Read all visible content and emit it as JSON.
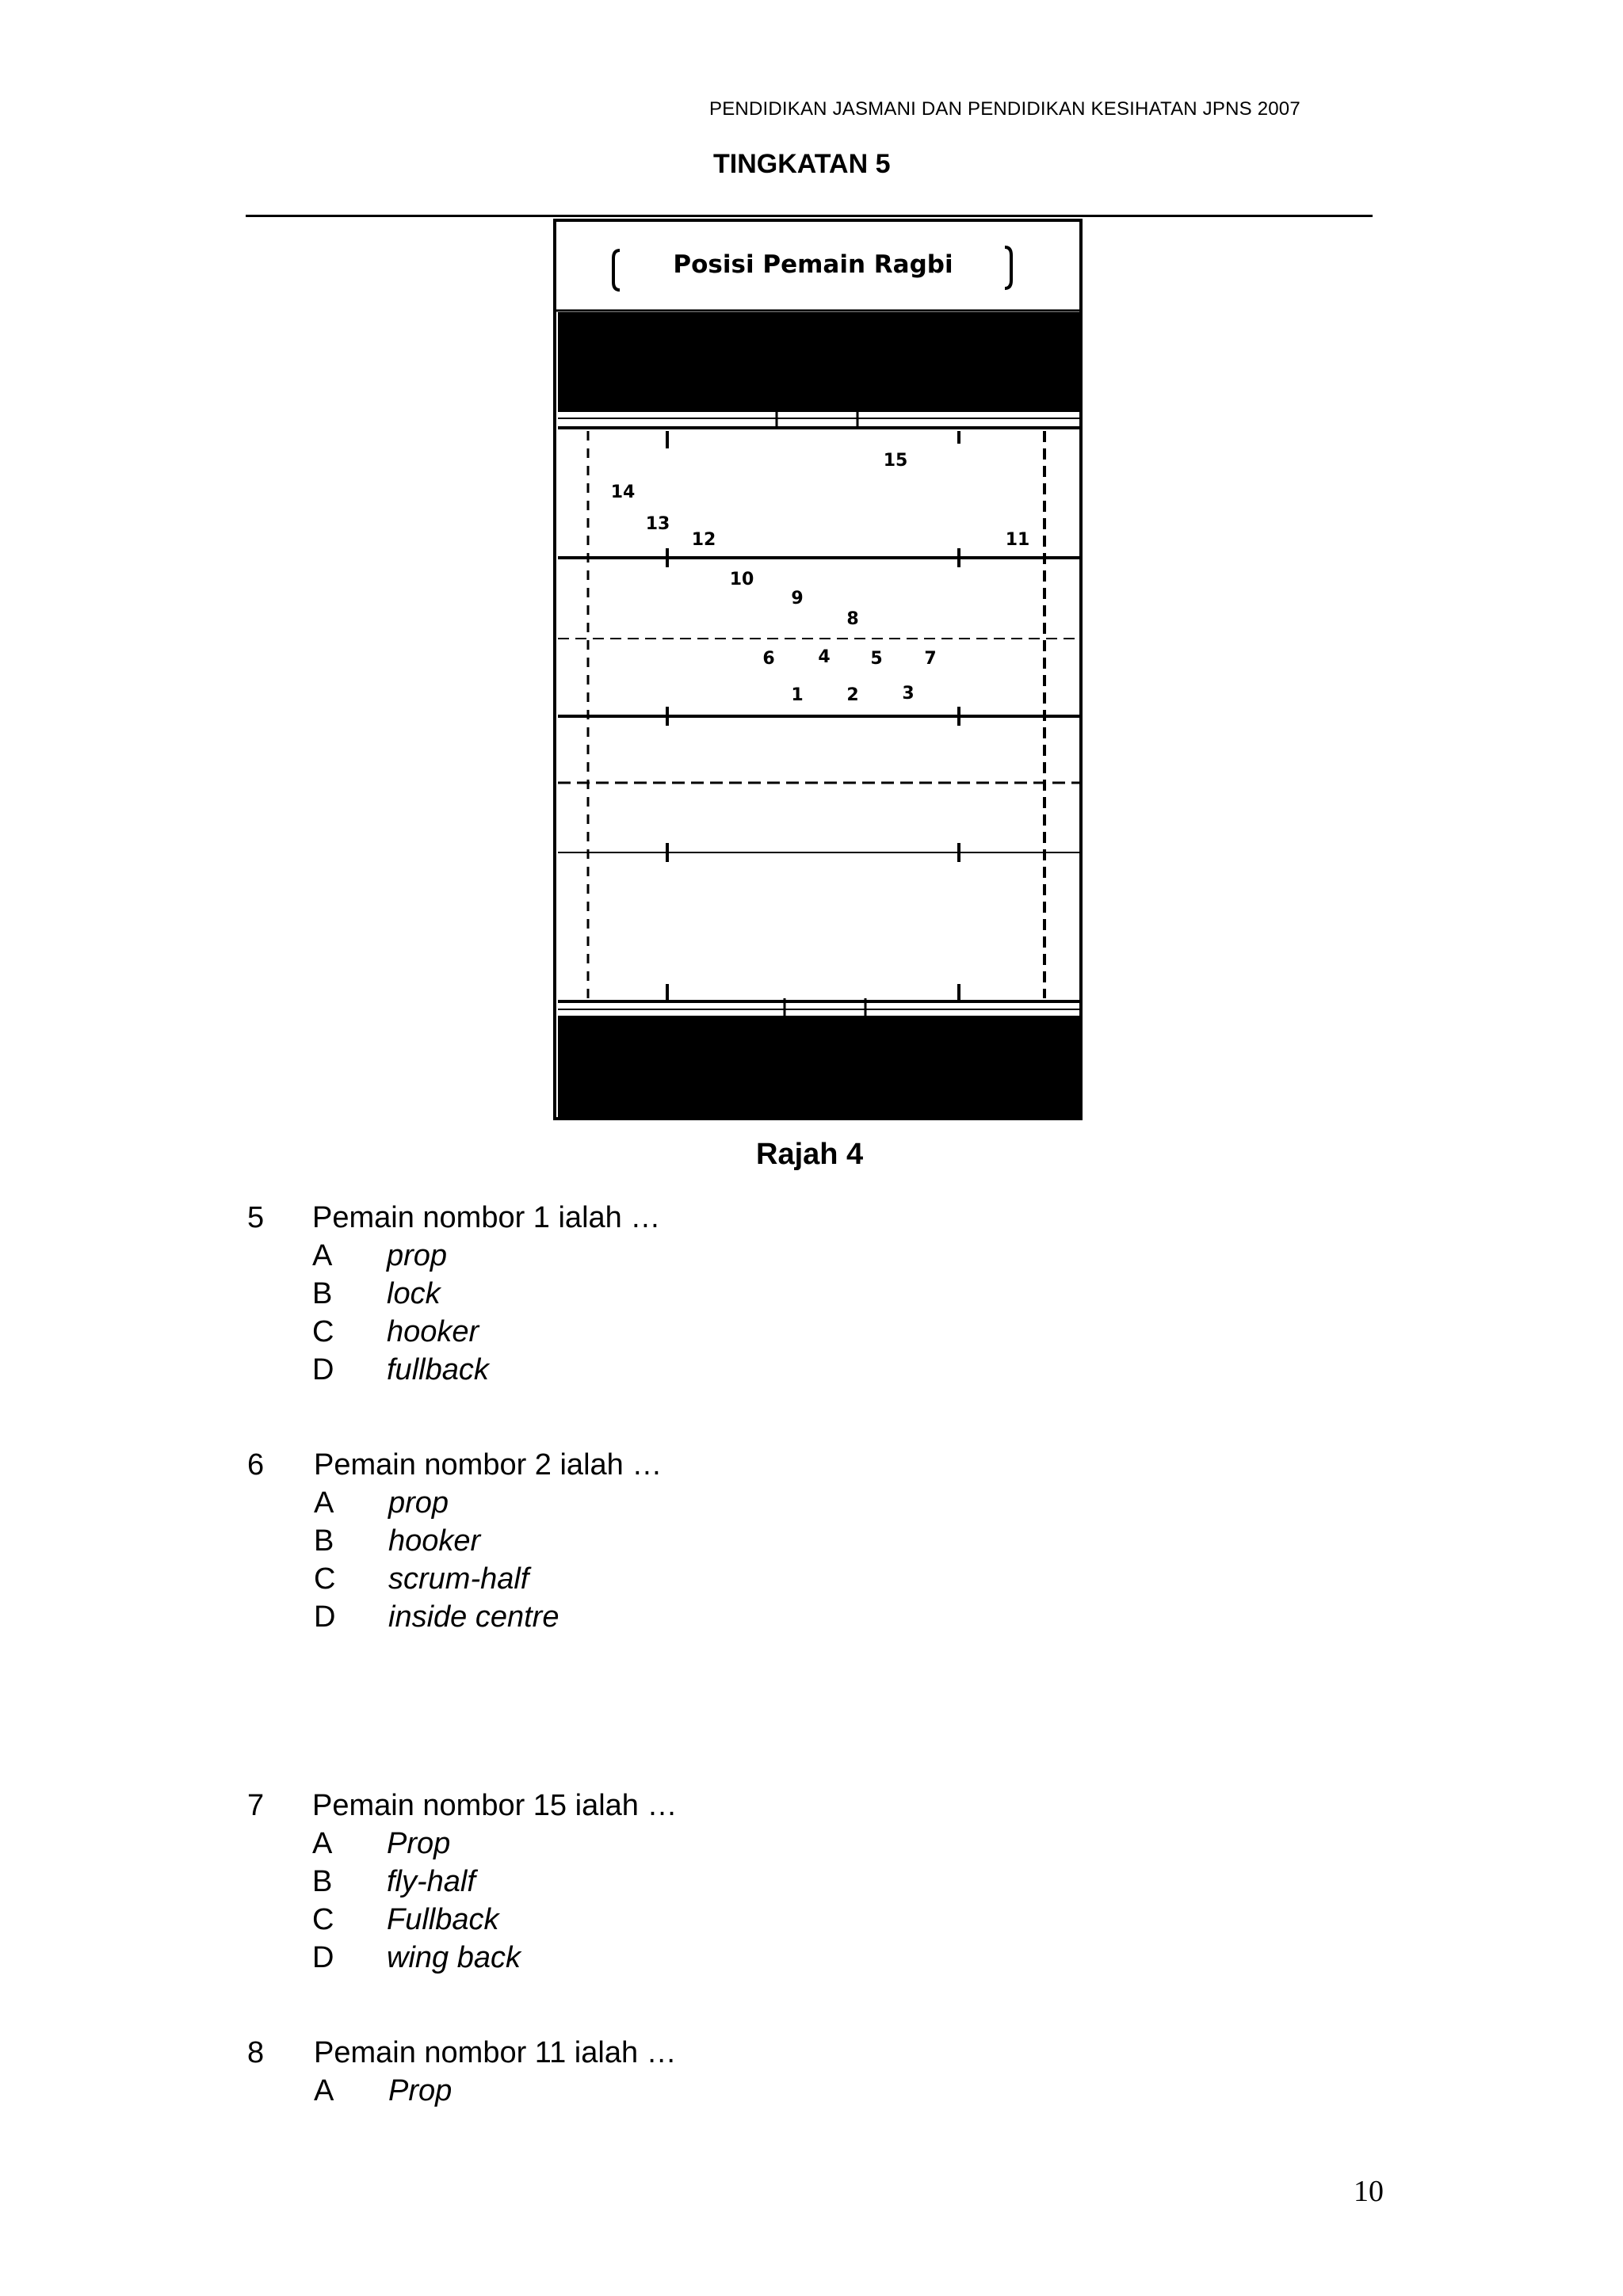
{
  "header": {
    "title": "PENDIDIKAN JASMANI DAN PENDIDIKAN KESIHATAN JPNS 2007",
    "form": "TINGKATAN 5"
  },
  "figure": {
    "title": "Posisi Pemain Ragbi",
    "caption": "Rajah 4",
    "player_numbers": [
      "15",
      "14",
      "13",
      "12",
      "11",
      "10",
      "9",
      "8",
      "6",
      "4",
      "5",
      "7",
      "1",
      "2",
      "3"
    ]
  },
  "questions": [
    {
      "number": "5",
      "stem": "Pemain nombor 1 ialah …",
      "options": [
        {
          "letter": "A",
          "text": "prop"
        },
        {
          "letter": "B",
          "text": "lock"
        },
        {
          "letter": "C",
          "text": "hooker"
        },
        {
          "letter": "D",
          "text": "fullback"
        }
      ]
    },
    {
      "number": "6",
      "stem": "Pemain nombor 2 ialah …",
      "options": [
        {
          "letter": "A",
          "text": "prop"
        },
        {
          "letter": "B",
          "text": "hooker"
        },
        {
          "letter": "C",
          "text": "scrum-half"
        },
        {
          "letter": "D",
          "text": "inside centre"
        }
      ]
    },
    {
      "number": "7",
      "stem": "Pemain nombor 15 ialah …",
      "options": [
        {
          "letter": "A",
          "text": "Prop"
        },
        {
          "letter": "B",
          "text": "fly-half"
        },
        {
          "letter": "C",
          "text": "Fullback"
        },
        {
          "letter": "D",
          "text": "wing back"
        }
      ]
    },
    {
      "number": "8",
      "stem": "Pemain nombor 11 ialah …",
      "options": [
        {
          "letter": "A",
          "text": "Prop"
        }
      ]
    }
  ],
  "page_number": "10"
}
